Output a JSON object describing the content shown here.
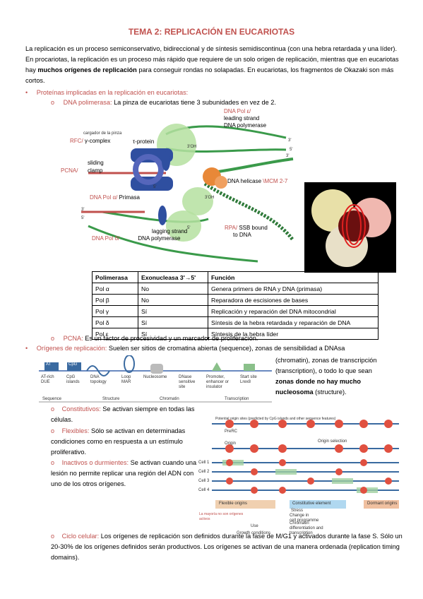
{
  "title": "TEMA 2: REPLICACIÓN EN EUCARIOTAS",
  "intro": {
    "part1": "La replicación es un proceso semiconservativo, bidireccional y de síntesis semidiscontinua (con una hebra retardada y una líder). En procariotas, la replicación es un proceso más rápido que requiere de un solo origen de replicación, mientras que en eucariotas hay ",
    "bold": "muchos orígenes de replicación",
    "part2": " para conseguir rondas no solapadas. En eucariotas, los fragmentos de Okazaki son más cortos."
  },
  "section1": {
    "label": "Proteínas implicadas en la replicación en eucariotas:"
  },
  "dna_pol": {
    "label": "DNA polimerasa:",
    "text": " La pinza de eucariotas tiene 3 subunidades en vez de 2."
  },
  "figure1": {
    "pol_epsilon": "DNA Pol ε/",
    "leading": "leading strand",
    "leading2": "DNA polymerase",
    "clamp_loader": "cargador de la pinza",
    "rfc": "RFC/",
    "rfc2": "γ-complex",
    "tau": "τ-protein",
    "pcna": "PCNA/",
    "sliding": "sliding",
    "clamp": "clamp",
    "helicase": "DNA helicase",
    "mcm": "\\MCM 2-7",
    "pol_alpha": "DNA Pol α/",
    "primasa": "Primasa",
    "rpa": "RPA/",
    "ssb": "SSB bound",
    "ssb2": "to DNA",
    "pol_delta": "DNA Pol δ/",
    "lagging": "lagging strand",
    "lagging2": "DNA polymerase",
    "oh1": "3'OH",
    "oh2": "3'OH",
    "p3a": "3'",
    "p5a": "5'",
    "p3b": "3'",
    "p5b": "5'",
    "p5c": "5'",
    "p3c": "3'",
    "p5d": "5'"
  },
  "table": {
    "headers": [
      "Polimerasa",
      "Exonucleasa 3'→5'",
      "Función"
    ],
    "rows": [
      [
        "Pol α",
        "No",
        "Genera primers de RNA y DNA (primasa)"
      ],
      [
        "Pol β",
        "No",
        "Reparadora de escisiones de bases"
      ],
      [
        "Pol γ",
        "Sí",
        "Replicación y reparación del DNA mitocondrial"
      ],
      [
        "Pol δ",
        "Sí",
        "Síntesis de la hebra retardada y reparación de DNA"
      ],
      [
        "Pol ε",
        "Sí",
        "Síntesis de la hebra líder"
      ]
    ]
  },
  "pcna_line": {
    "label": "PCNA:",
    "text": " Es un factor de procesividad y un marcador de proliferación."
  },
  "origins": {
    "label": "Orígenes de replicación:",
    "text1": " Suelen ser sitios de cromatina abierta (sequence), zonas de sensibilidad a DNAsa",
    "text2": "(chromatin), zonas de transcripción",
    "text3": "(transcription), o todo lo que sean",
    "bold1": "zonas donde no hay mucho",
    "bold2": "nucleosoma",
    "text4": " (structure)."
  },
  "figure2": {
    "at": "AT",
    "cpg": "CpG",
    "lab1": "AT-rich",
    "lab1b": "DUE",
    "lab2": "CpG",
    "lab2b": "islands",
    "lab3": "DNA",
    "lab3b": "topology",
    "lab4": "Loop",
    "lab4b": "MAR",
    "lab5": "Nucleosome",
    "lab6": "DNase",
    "lab6b": "sensitive",
    "lab6c": "site",
    "lab7": "Promoter,",
    "lab7b": "enhancer or",
    "lab7c": "insulator",
    "lab8": "Start site",
    "lab8b": "Lrex8",
    "cat1": "Sequence",
    "cat2": "Structure",
    "cat3": "Chromatin",
    "cat4": "Transcription"
  },
  "types": [
    {
      "label": "Constitutivos:",
      "text": " Se activan siempre en todas las células."
    },
    {
      "label": "Flexibles:",
      "text": " Sólo se activan en determinadas condiciones como en respuesta a un estímulo proliferativo."
    },
    {
      "label": "Inactivos o durmientes:",
      "text": " Se activan cuando una lesión no permite replicar una región del ADN con uno de los otros orígenes."
    }
  ],
  "figure3": {
    "top": "Potential origin sites (predicted by CpG islands and other sequence features)",
    "prerc": "PreRC",
    "origin_sel": "Origin selection",
    "origin": "Origin",
    "cells": [
      "Cell 1",
      "Cell 2",
      "Cell 3",
      "Cell 4"
    ],
    "flexible": "Flexible origins",
    "constitutive": "Constitutive element",
    "dormant": "Dormant origins",
    "majority": "La mayoría no son orígenes activos",
    "stress": "Stress",
    "change": "Change in",
    "change2": "cell programme",
    "use": "Use",
    "growth": "Growth conditions",
    "chromatin": "Chromatin",
    "diff": "differentiation and",
    "transcription": "transcription"
  },
  "cycle": {
    "label": "Ciclo celular:",
    "text": " Los orígenes de replicación son definidos durante la fase de M/G1 y activados durante la fase S. Sólo un 20-30% de los orígenes definidos serán productivos. Los orígenes se activan de una manera ordenada (replication timing domains)."
  },
  "glyphs": {
    "bullet": "•",
    "circle": "o"
  },
  "colors": {
    "accent": "#c0504d",
    "dna_green": "#3a9a4a",
    "pol_blue": "#2f4fa0",
    "helicase_orange": "#e88838"
  }
}
